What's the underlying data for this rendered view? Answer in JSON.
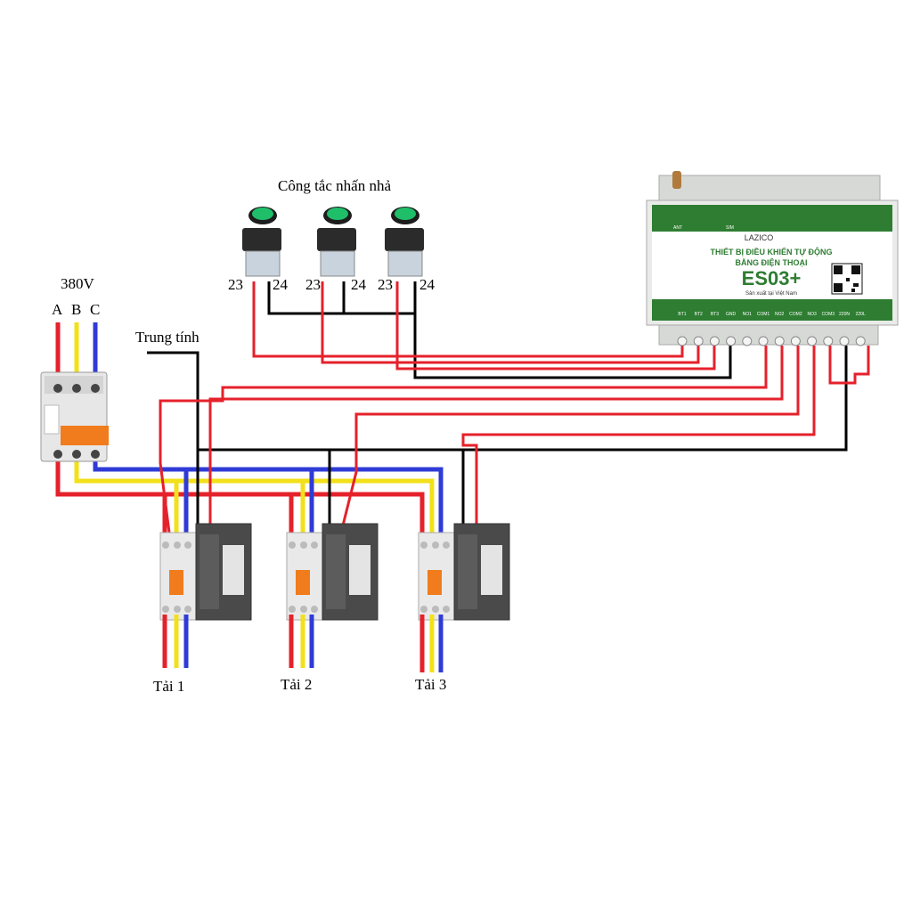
{
  "labels": {
    "switches_title": "Công tắc nhấn nhả",
    "voltage": "380V",
    "phase_a": "A",
    "phase_b": "B",
    "phase_c": "C",
    "neutral": "Trung tính",
    "terminal_23": "23",
    "terminal_24": "24",
    "load_1": "Tải 1",
    "load_2": "Tải 2",
    "load_3": "Tải 3"
  },
  "device": {
    "brand": "LAZICO",
    "title_line1": "THIẾT BỊ ĐIỀU KHIỂN TỰ ĐỘNG",
    "title_line2": "BẰNG ĐIỆN THOẠI",
    "model": "ES03+",
    "made_in": "Sản xuất tại Việt Nam",
    "ant": "ANT",
    "sim": "SIM",
    "terminals": [
      "BT1",
      "BT2",
      "BT3",
      "GND",
      "NO1",
      "COM1",
      "NO2",
      "COM2",
      "NO3",
      "COM3",
      "220N",
      "220L"
    ]
  },
  "colors": {
    "phase_a": "#e5212b",
    "phase_b": "#f2e01a",
    "phase_c": "#2f3bd6",
    "neutral": "#000000",
    "control": "#e5212b",
    "device_green": "#2e7d32",
    "breaker_orange": "#f07c1d",
    "button_green": "#1fbf6a"
  }
}
